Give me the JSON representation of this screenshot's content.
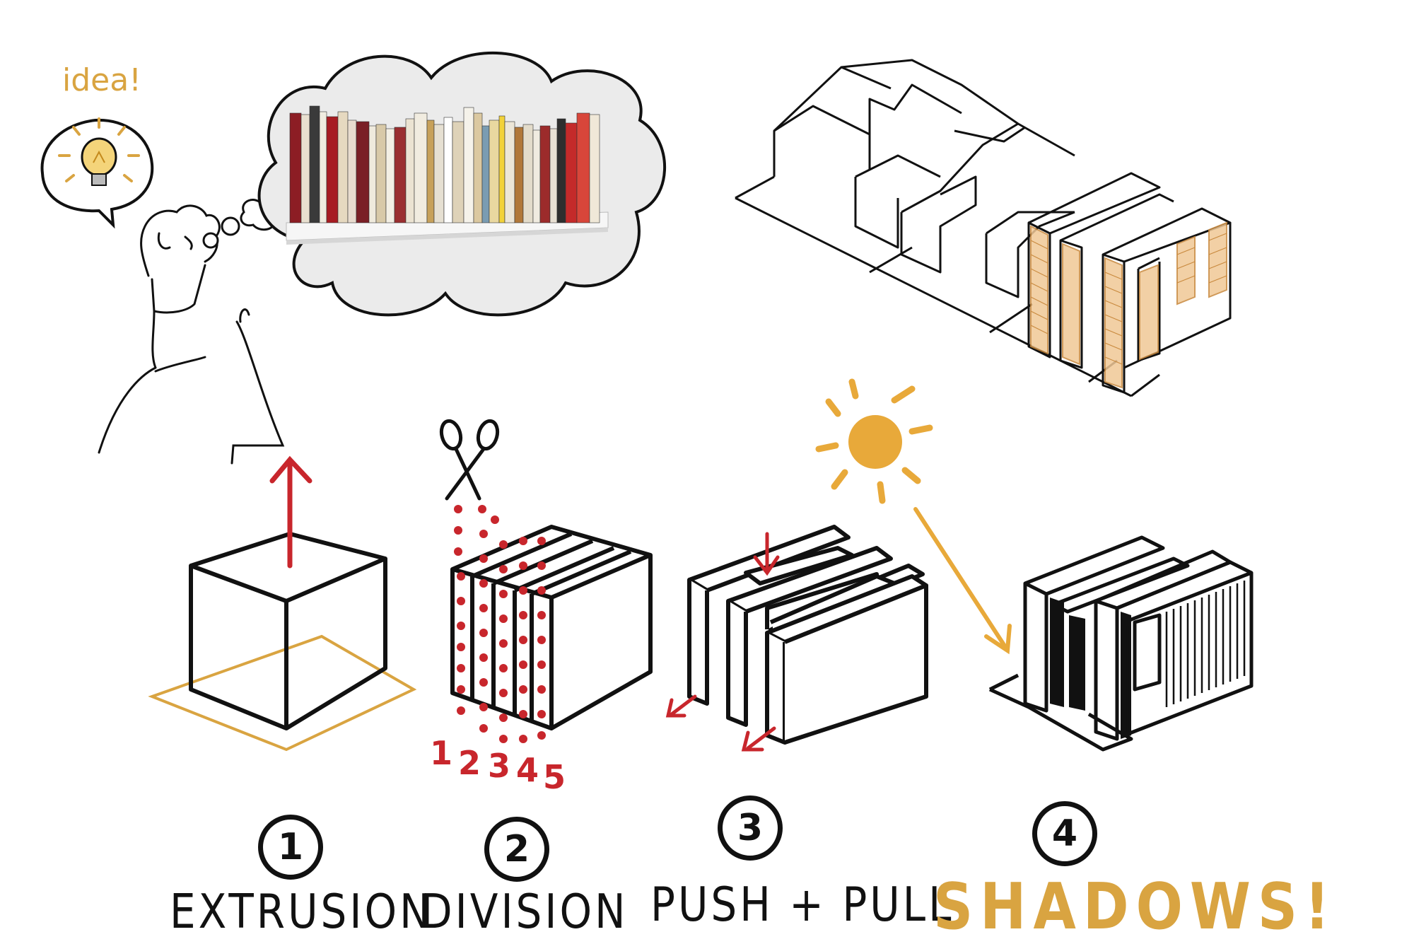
{
  "bubble_text": "idea!",
  "steps": [
    {
      "number": "1",
      "label": "EXTRUSION"
    },
    {
      "number": "2",
      "label": "DIVISION"
    },
    {
      "number": "3",
      "label": "PUSH + PULL"
    },
    {
      "number": "4",
      "label": "SHADOWS!"
    }
  ],
  "division_numbers": [
    "1",
    "2",
    "3",
    "4",
    "5"
  ],
  "colors": {
    "ink": "#111111",
    "accent_red": "#c8262c",
    "accent_gold": "#d9a441",
    "sun": "#e8a93a"
  },
  "icons": [
    "lightbulb-icon",
    "scissors-icon",
    "sun-icon",
    "thought-cloud",
    "bookshelf-photo"
  ]
}
